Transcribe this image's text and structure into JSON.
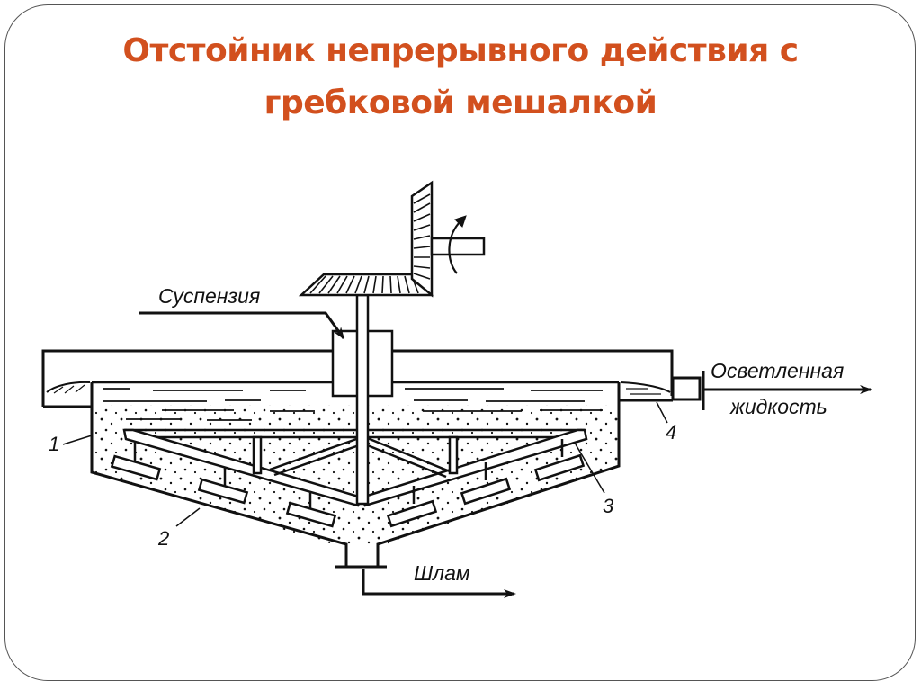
{
  "slide": {
    "title_line1": "Отстойник непрерывного действия с",
    "title_line2": "гребковой мешалкой",
    "accent_color": "#d2501e"
  },
  "diagram": {
    "labels": {
      "suspension": "Суспензия",
      "clarified_line1": "Осветленная",
      "clarified_line2": "жидкость",
      "sludge": "Шлам"
    },
    "part_numbers": [
      "1",
      "2",
      "3",
      "4"
    ]
  }
}
